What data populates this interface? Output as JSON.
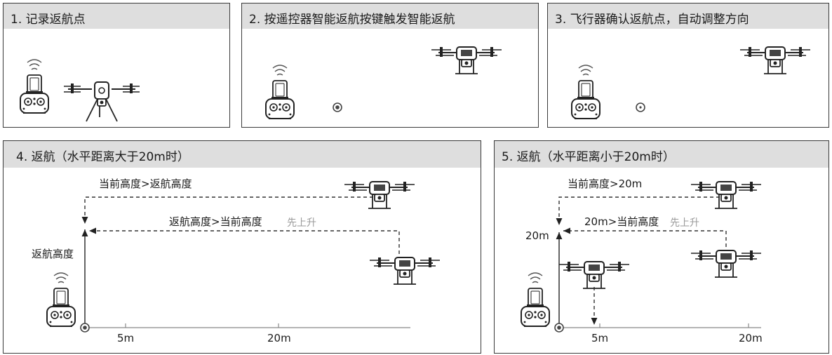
{
  "panels": {
    "p1": {
      "title": "1. 记录返航点"
    },
    "p2": {
      "title": "2. 按遥控器智能返航按键触发智能返航"
    },
    "p3": {
      "title": "3. 飞行器确认返航点，自动调整方向"
    },
    "p4": {
      "title": "4. 返航（水平距离大于20m时）",
      "label_top": "当前高度>返航高度",
      "label_mid": "返航高度>当前高度",
      "label_mid_note": "先上升",
      "label_axis": "返航高度",
      "tick_a": "5m",
      "tick_b": "20m"
    },
    "p5": {
      "title": "5. 返航（水平距离小于20m时）",
      "label_top": "当前高度>20m",
      "label_mid": "20m>当前高度",
      "label_mid_note": "先上升",
      "label_axis": "20m",
      "tick_a": "5m",
      "tick_b": "20m"
    }
  },
  "colors": {
    "border": "#3a3a3a",
    "header": "#dedede",
    "line": "#333333",
    "note": "#9a9a9a"
  },
  "icons": [
    "remote-controller-icon",
    "signal-waves-icon",
    "drone-icon",
    "home-point-icon"
  ]
}
